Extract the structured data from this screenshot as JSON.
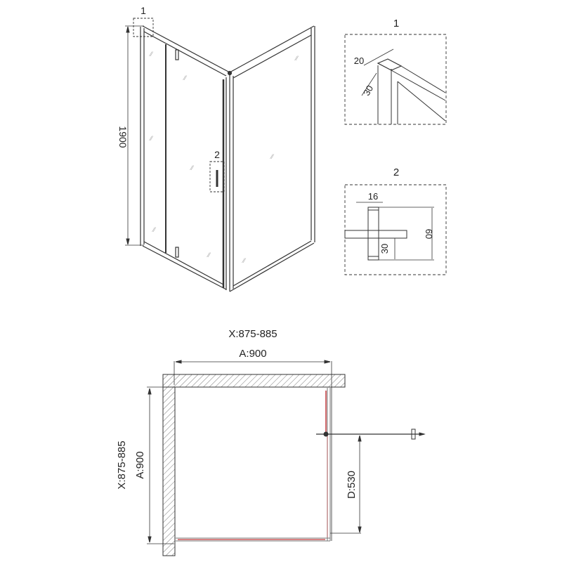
{
  "iso_view": {
    "height_dim": "1900",
    "callout_1": "1",
    "callout_2": "2"
  },
  "detail_1": {
    "title": "1",
    "dim_width": "20",
    "dim_depth": "30"
  },
  "detail_2": {
    "title": "2",
    "dim_width": "16",
    "dim_offset": "30",
    "dim_height": "60"
  },
  "plan_view": {
    "top_range": "X:875-885",
    "top_nominal": "A:900",
    "side_range": "X:875-885",
    "side_nominal": "A:900",
    "door_offset": "D:530"
  },
  "colors": {
    "line": "#222222",
    "frame": "#555555",
    "hatch": "#666666",
    "accent_red": "#c0393b"
  }
}
